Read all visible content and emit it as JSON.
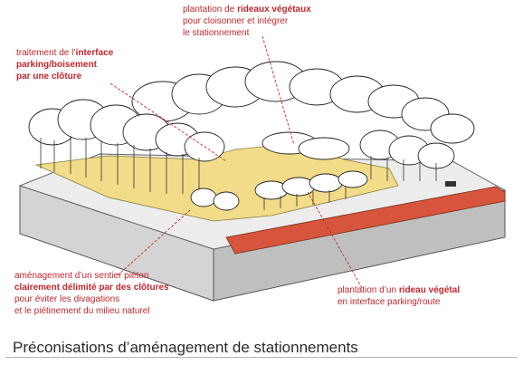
{
  "annotations": {
    "top": {
      "line1_pre": "plantation de ",
      "line1_bold": "rideaux végétaux",
      "line2": "pour cloisonner et intégrer",
      "line3": "le stationnement"
    },
    "left": {
      "line1_pre": "traitement de l’",
      "line1_bold": "interface",
      "line2_bold": "parking/boisement",
      "line3_bold": "par une clôture"
    },
    "bottom_left": {
      "line1": "aménagement d’un sentier piéton",
      "line2_bold": "clairement délimité par des clôtures",
      "line3": "pour éviter les divagations",
      "line4": "et le piétinement du milieu naturel"
    },
    "bottom_right": {
      "line1_pre": "plantation d’un ",
      "line1_bold": "rideau végétal",
      "line2": "en interface parking/route"
    }
  },
  "caption": "Préconisations d’aménagement de stationnements",
  "colors": {
    "annotation": "#c1272d",
    "parking": "#f2dc8a",
    "road": "#d6553c",
    "ground_side": "#cfcfcf",
    "ground_top": "#ececec"
  }
}
